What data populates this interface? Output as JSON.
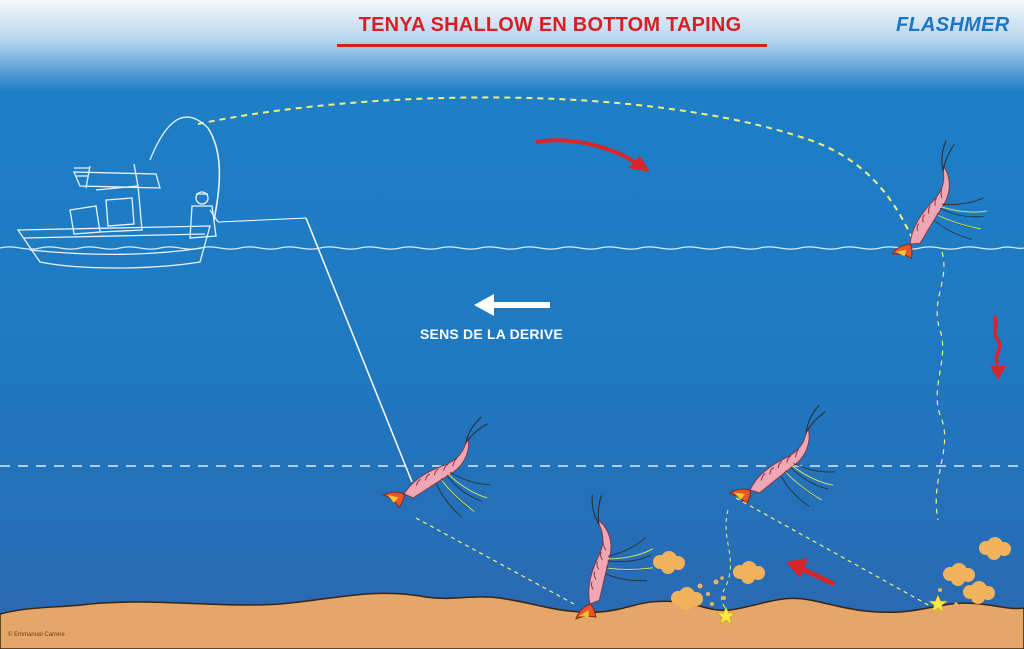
{
  "header": {
    "title": "TENYA SHALLOW EN BOTTOM TAPING",
    "brand": "FLASHMER"
  },
  "labels": {
    "drift_direction": "SENS DE LA DERIVE"
  },
  "footer": {
    "copyright": "© Emmanuel Carrere"
  },
  "colors": {
    "sky_top": "#f4f8fb",
    "water_surface": "#1e7fc6",
    "water_deep": "#2f6fb6",
    "seabed": "#e4a769",
    "title_red": "#d71f26",
    "brand_blue": "#1b76c4",
    "trajectory_yellow": "#f4f07a",
    "arrow_red": "#d7262a",
    "shrimp_pink": "#f0a6b4",
    "sand_puff": "#f0b25a"
  },
  "icons": [
    "boat-icon",
    "angler-icon",
    "shrimp-lure-icon",
    "star-icon",
    "sand-puff-icon",
    "drift-arrow-icon",
    "red-arrow-icon"
  ]
}
